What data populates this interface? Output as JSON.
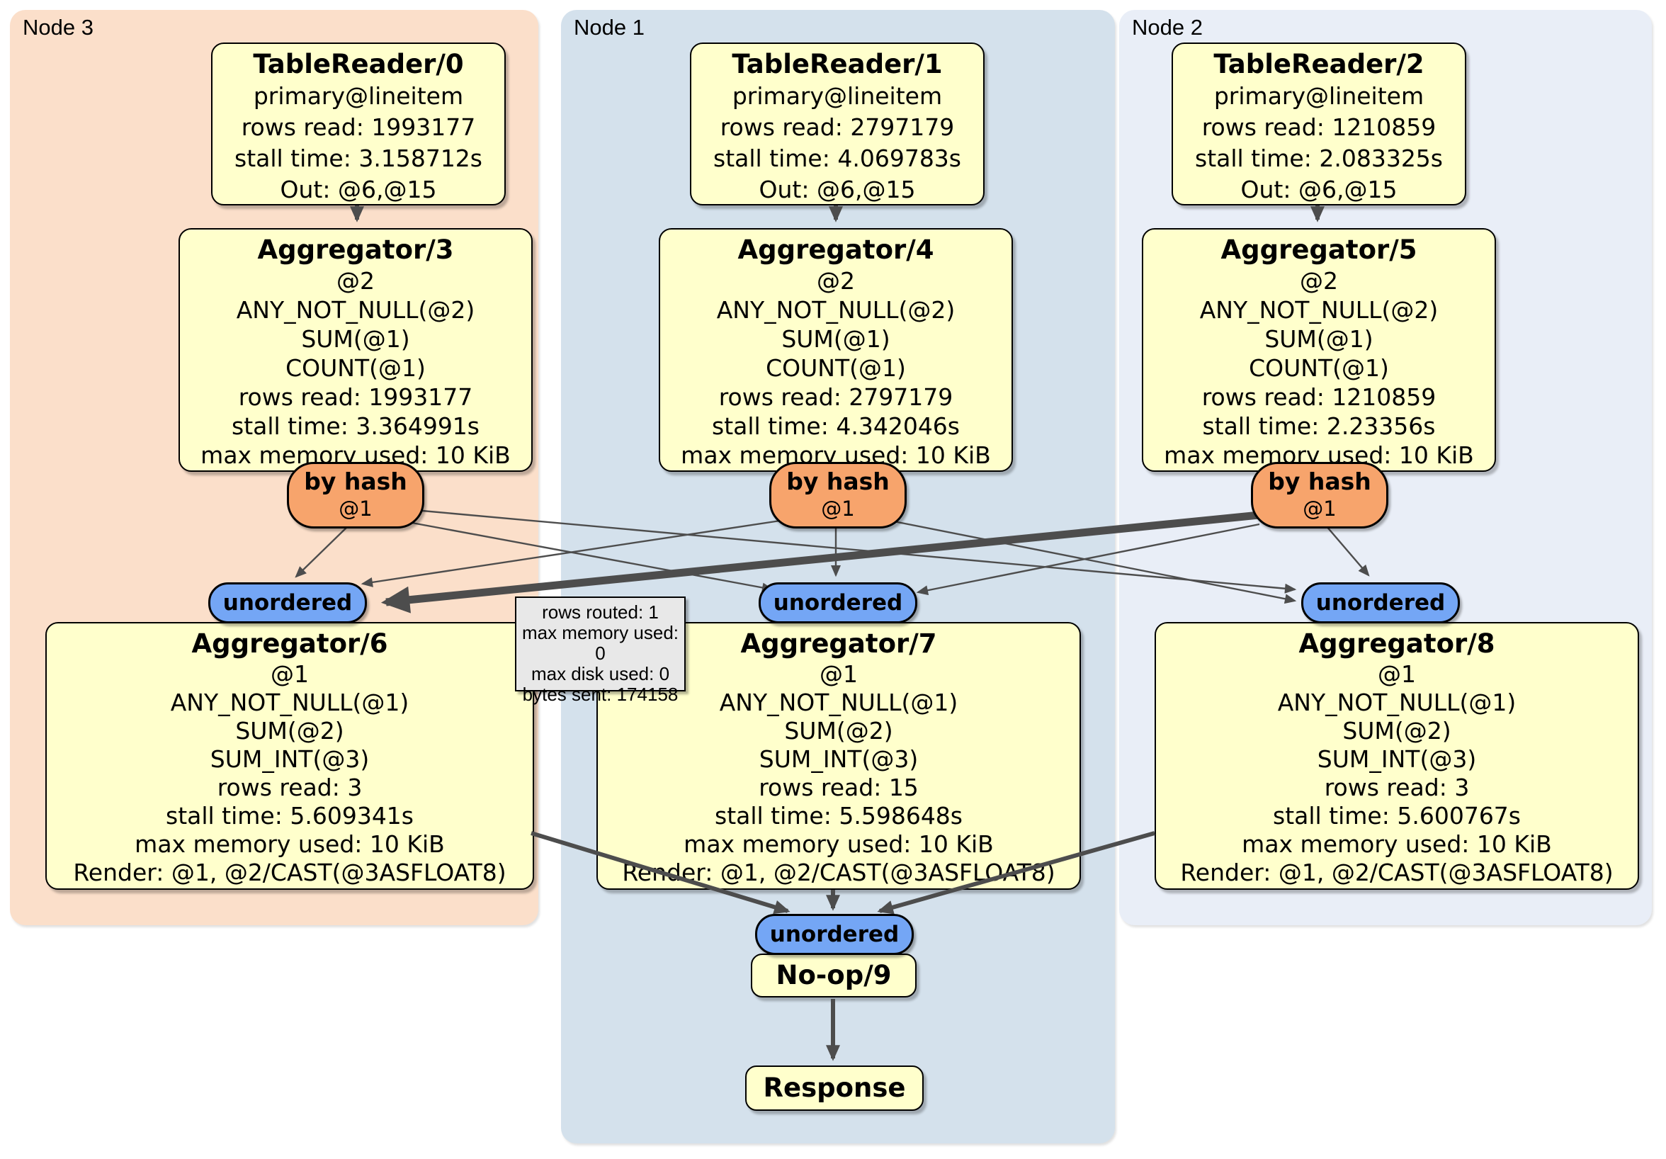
{
  "nodes": [
    {
      "label": "Node 3",
      "table_reader": {
        "title": "TableReader/0",
        "lines": [
          "primary@lineitem",
          "rows read: 1993177",
          "stall time: 3.158712s",
          "Out: @6,@15"
        ]
      },
      "aggregator_first": {
        "title": "Aggregator/3",
        "lines": [
          "@2",
          "ANY_NOT_NULL(@2)",
          "SUM(@1)",
          "COUNT(@1)",
          "rows read: 1993177",
          "stall time: 3.364991s",
          "max memory used: 10 KiB"
        ]
      },
      "router": {
        "label": "by hash",
        "key": "@1"
      },
      "sync_label": "unordered",
      "aggregator_final": {
        "title": "Aggregator/6",
        "lines": [
          "@1",
          "ANY_NOT_NULL(@1)",
          "SUM(@2)",
          "SUM_INT(@3)",
          "rows read: 3",
          "stall time: 5.609341s",
          "max memory used: 10 KiB",
          "Render: @1, @2/CAST(@3ASFLOAT8)"
        ]
      }
    },
    {
      "label": "Node 1",
      "table_reader": {
        "title": "TableReader/1",
        "lines": [
          "primary@lineitem",
          "rows read: 2797179",
          "stall time: 4.069783s",
          "Out: @6,@15"
        ]
      },
      "aggregator_first": {
        "title": "Aggregator/4",
        "lines": [
          "@2",
          "ANY_NOT_NULL(@2)",
          "SUM(@1)",
          "COUNT(@1)",
          "rows read: 2797179",
          "stall time: 4.342046s",
          "max memory used: 10 KiB"
        ]
      },
      "router": {
        "label": "by hash",
        "key": "@1"
      },
      "sync_label": "unordered",
      "aggregator_final": {
        "title": "Aggregator/7",
        "lines": [
          "@1",
          "ANY_NOT_NULL(@1)",
          "SUM(@2)",
          "SUM_INT(@3)",
          "rows read: 15",
          "stall time: 5.598648s",
          "max memory used: 10 KiB",
          "Render: @1, @2/CAST(@3ASFLOAT8)"
        ]
      }
    },
    {
      "label": "Node 2",
      "table_reader": {
        "title": "TableReader/2",
        "lines": [
          "primary@lineitem",
          "rows read: 1210859",
          "stall time: 2.083325s",
          "Out: @6,@15"
        ]
      },
      "aggregator_first": {
        "title": "Aggregator/5",
        "lines": [
          "@2",
          "ANY_NOT_NULL(@2)",
          "SUM(@1)",
          "COUNT(@1)",
          "rows read: 1210859",
          "stall time: 2.23356s",
          "max memory used: 10 KiB"
        ]
      },
      "router": {
        "label": "by hash",
        "key": "@1"
      },
      "sync_label": "unordered",
      "aggregator_final": {
        "title": "Aggregator/8",
        "lines": [
          "@1",
          "ANY_NOT_NULL(@1)",
          "SUM(@2)",
          "SUM_INT(@3)",
          "rows read: 3",
          "stall time: 5.600767s",
          "max memory used: 10 KiB",
          "Render: @1, @2/CAST(@3ASFLOAT8)"
        ]
      }
    }
  ],
  "final_stage": {
    "sync_label": "unordered",
    "noop_title": "No-op/9",
    "response_title": "Response"
  },
  "edge_tooltip": {
    "lines": [
      "rows routed: 1",
      "max memory used: 0",
      "max disk used: 0",
      "bytes sent: 174158"
    ]
  },
  "colors": {
    "node3_bg": "#FBDFCA",
    "node1_bg": "#D4E1EC",
    "node2_bg": "#E9EEF7",
    "processor_bg": "#FFFFCC",
    "router_bg": "#F7A46C",
    "sync_bg": "#74A6F5",
    "tooltip_bg": "#E8E8E8",
    "edge": "#4D4D4D",
    "border": "#000000"
  }
}
